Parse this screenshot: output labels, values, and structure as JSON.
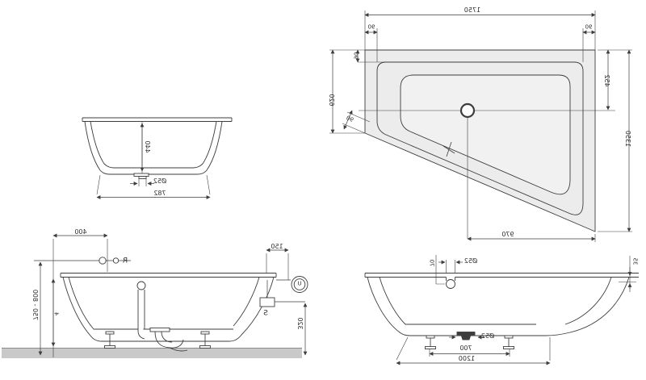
{
  "drawing": {
    "background": "#ffffff",
    "line_color": "#3d3d3d",
    "tub_fill": "#ececec",
    "basin_fill": "#f1f1f1",
    "floor_fill": "#c9c9c9",
    "text_mirrored": true,
    "views": {
      "plan": {
        "labels": {
          "width_top": "1750",
          "corner_left": "90",
          "corner_right": "90",
          "rim_width_left": "90",
          "left_edge": "620",
          "rim_width_diagonal": "90",
          "drain_from_top": "452",
          "depth_right": "1350",
          "drain_from_right": "970"
        }
      },
      "end_elevation": {
        "labels": {
          "inner_depth": "440",
          "drain_dia": "Ø52",
          "base_width": "782"
        }
      },
      "side_installation": {
        "labels": {
          "tap_offset": "400",
          "ref_point": "R",
          "install_height": "750 - 800",
          "height_mark": "4",
          "conn_offset": "150",
          "socket": "U",
          "switch": "S",
          "conn_height": "320"
        }
      },
      "side_elevation": {
        "labels": {
          "overflow_depth": "70",
          "overflow_dia": "Ø52",
          "rim_edge": "35",
          "drain_dia": "Ø52",
          "feet_spacing": "700",
          "base_length": "1200"
        }
      }
    }
  }
}
